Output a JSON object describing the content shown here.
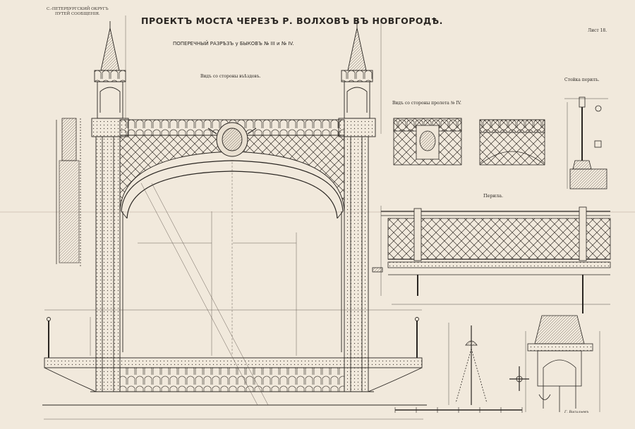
{
  "sheet": {
    "corner_label_line1": "С.-ПЕТЕРБУРГСКИЙ ОКРУГЪ",
    "corner_label_line2": "ПУТЕЙ СООБЩЕНІЯ.",
    "title": "ПРОЕКТЪ МОСТА ЧЕРЕЗЪ Р. ВОЛХОВЪ ВЪ НОВГОРОДѢ.",
    "subtitle": "ПОПЕРЕЧНЫЙ РАЗРѢЗЪ у БЫКОВЪ № III и № IV.",
    "sheet_number": "Лист 18."
  },
  "views": {
    "left": "Видъ со стороны въѣздовъ.",
    "span": "Видъ со стороны пролета № IV.",
    "post": "Стойка перилъ.",
    "railing": "Перила."
  },
  "signature": "Г. Васильевъ",
  "colors": {
    "paper": "#f1e9dc",
    "ink": "#2a2622",
    "hatch": "#6b6258"
  }
}
